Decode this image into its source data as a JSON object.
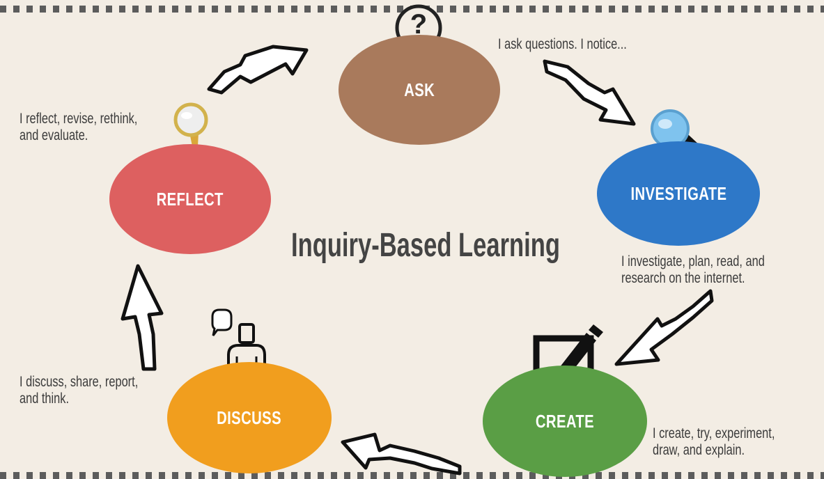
{
  "title": "Inquiry-Based Learning",
  "steps": [
    {
      "label": "ASK",
      "description": "I ask questions. I notice...",
      "color": "#a97a5c",
      "icon": "question-mark-icon"
    },
    {
      "label": "INVESTIGATE",
      "description": "I investigate, plan, read, and\nresearch on the internet.",
      "color": "#2e78c8",
      "icon": "magnifying-glass-icon"
    },
    {
      "label": "CREATE",
      "description": "I create, try, experiment,\ndraw, and explain.",
      "color": "#5a9e45",
      "icon": "pencil-note-icon"
    },
    {
      "label": "DISCUSS",
      "description": "I discuss, share, report,\nand think.",
      "color": "#f19e1e",
      "icon": "person-speech-icon"
    },
    {
      "label": "REFLECT",
      "description": "I reflect, revise, rethink,\nand evaluate.",
      "color": "#dd6060",
      "icon": "mirror-icon"
    }
  ],
  "icons": {
    "question_mark": "?"
  }
}
